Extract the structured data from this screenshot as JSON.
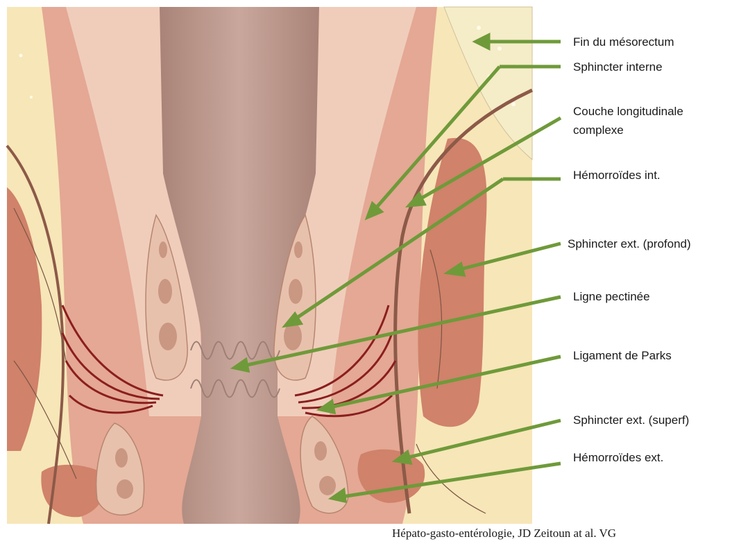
{
  "labels": {
    "mesorectum": "Fin du mésorectum",
    "sphincter_interne": "Sphincter interne",
    "couche_line1": "Couche longitudinale",
    "couche_line2": "complexe",
    "hemorroides_int": "Hémorroïdes int.",
    "sphincter_profond": "Sphincter ext. (profond)",
    "ligne_pectinee": "Ligne pectinée",
    "ligament_parks": "Ligament de Parks",
    "sphincter_superf": "Sphincter ext. (superf)",
    "hemorroides_ext": "Hémorroïdes ext."
  },
  "credit": "Hépato-gasto-entérologie, JD Zeitoun at al. VG",
  "colors": {
    "arrow": "#6f9a3a",
    "fat": "#f7e6b8",
    "muscle": "#d0826a",
    "wall": "#e9b9a4",
    "lumen": "#b79387",
    "ligament": "#8b1e1e"
  }
}
